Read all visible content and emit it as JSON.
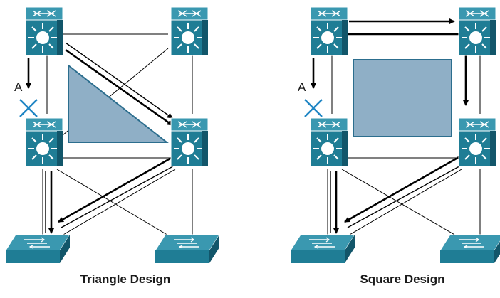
{
  "diagrams": [
    {
      "caption": "Triangle Design",
      "failure_label": "A"
    },
    {
      "caption": "Square Design",
      "failure_label": "A"
    }
  ],
  "colors": {
    "device_body": "#1f7d95",
    "device_light": "#3a98b0",
    "device_dark": "#12566a",
    "shape_fill": "#8fafc6",
    "shape_stroke": "#2c6e8e",
    "fail_mark": "#1f86c4",
    "line": "#000000"
  },
  "icons": {
    "core_switch": "multilayer-switch-icon",
    "access_switch": "workgroup-switch-icon",
    "failure": "link-failure-x-icon"
  }
}
